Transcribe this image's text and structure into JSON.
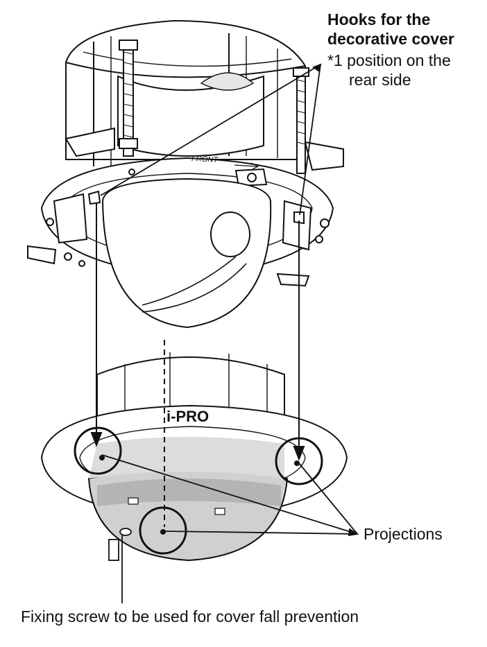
{
  "labels": {
    "hooks_title_line1": "Hooks for the",
    "hooks_title_line2": "decorative cover",
    "hooks_note_line1": "*1 position on the",
    "hooks_note_line2": "rear side",
    "projections": "Projections",
    "fixing_screw": "Fixing screw to be used for cover fall prevention",
    "front_marking": "FRONT",
    "brand_logo": "i-PRO"
  },
  "colors": {
    "line": "#111111",
    "dome_shade": "#d0d0d0",
    "dome_shade_dark": "#b4b4b4",
    "background": "#ffffff"
  }
}
